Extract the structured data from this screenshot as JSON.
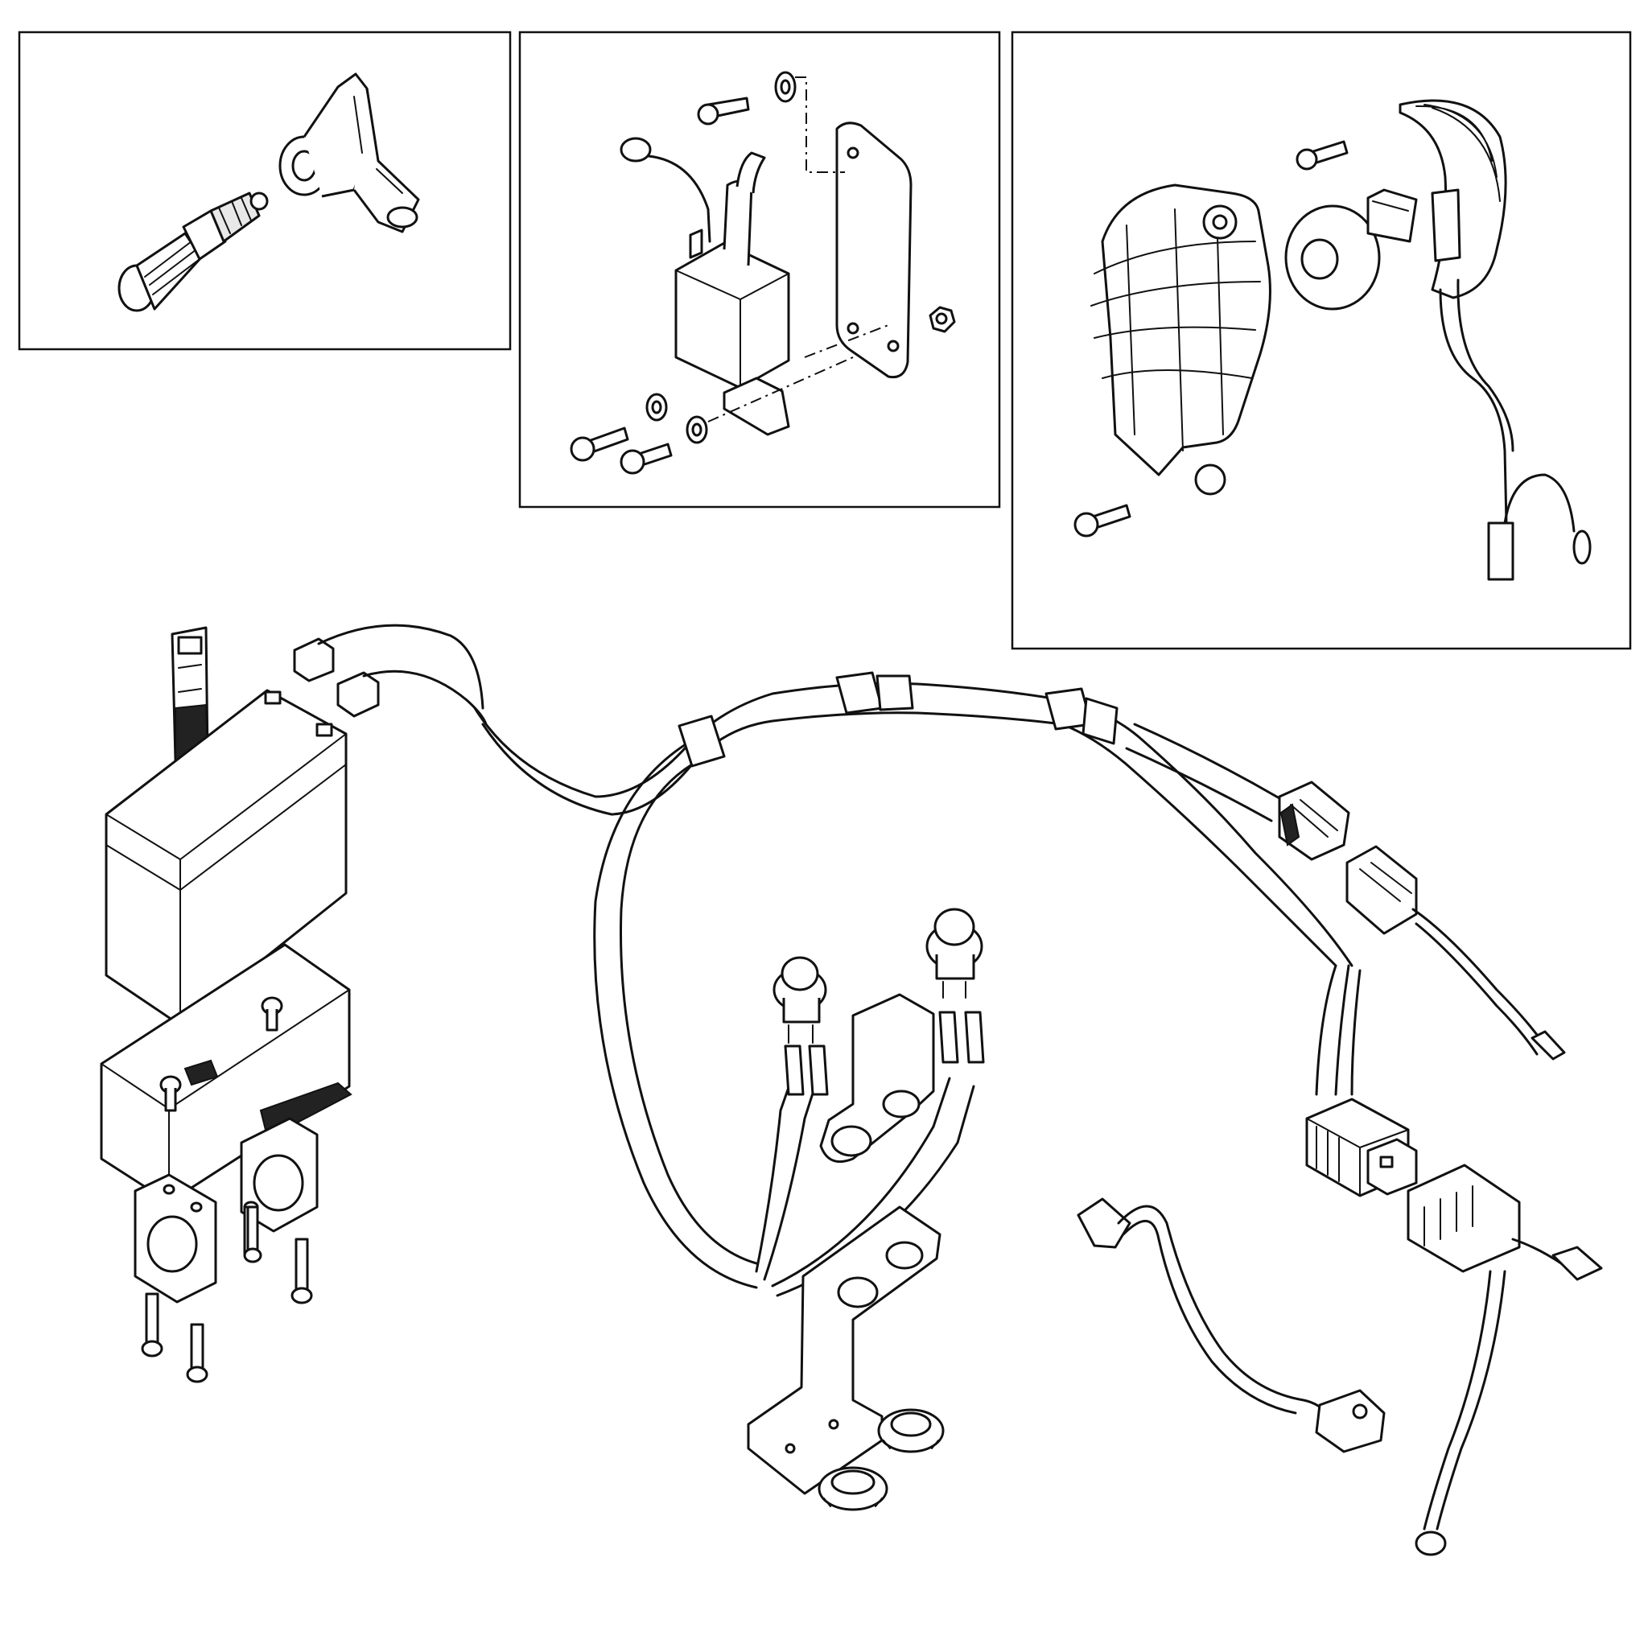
{
  "diagram": {
    "panels": [
      {
        "id": "spark-plug-panel",
        "parts": [
          "spark-plug",
          "spark-plug-cap"
        ]
      },
      {
        "id": "ignition-coil-panel",
        "parts": [
          "ignition-coil",
          "coil-mounting-plate",
          "bolts",
          "washers",
          "nut",
          "ground-lead"
        ]
      },
      {
        "id": "stator-panel",
        "parts": [
          "stator-cover",
          "pickup-coil",
          "flywheel-rotor",
          "bolts",
          "wire-lead"
        ]
      }
    ],
    "main_assembly": [
      "battery",
      "battery-strap",
      "battery-box",
      "handlebar-clamps",
      "clamp-bolts",
      "wiring-harness",
      "push-switches",
      "switch-bracket",
      "lock-nuts",
      "connectors",
      "ground-lead"
    ]
  }
}
